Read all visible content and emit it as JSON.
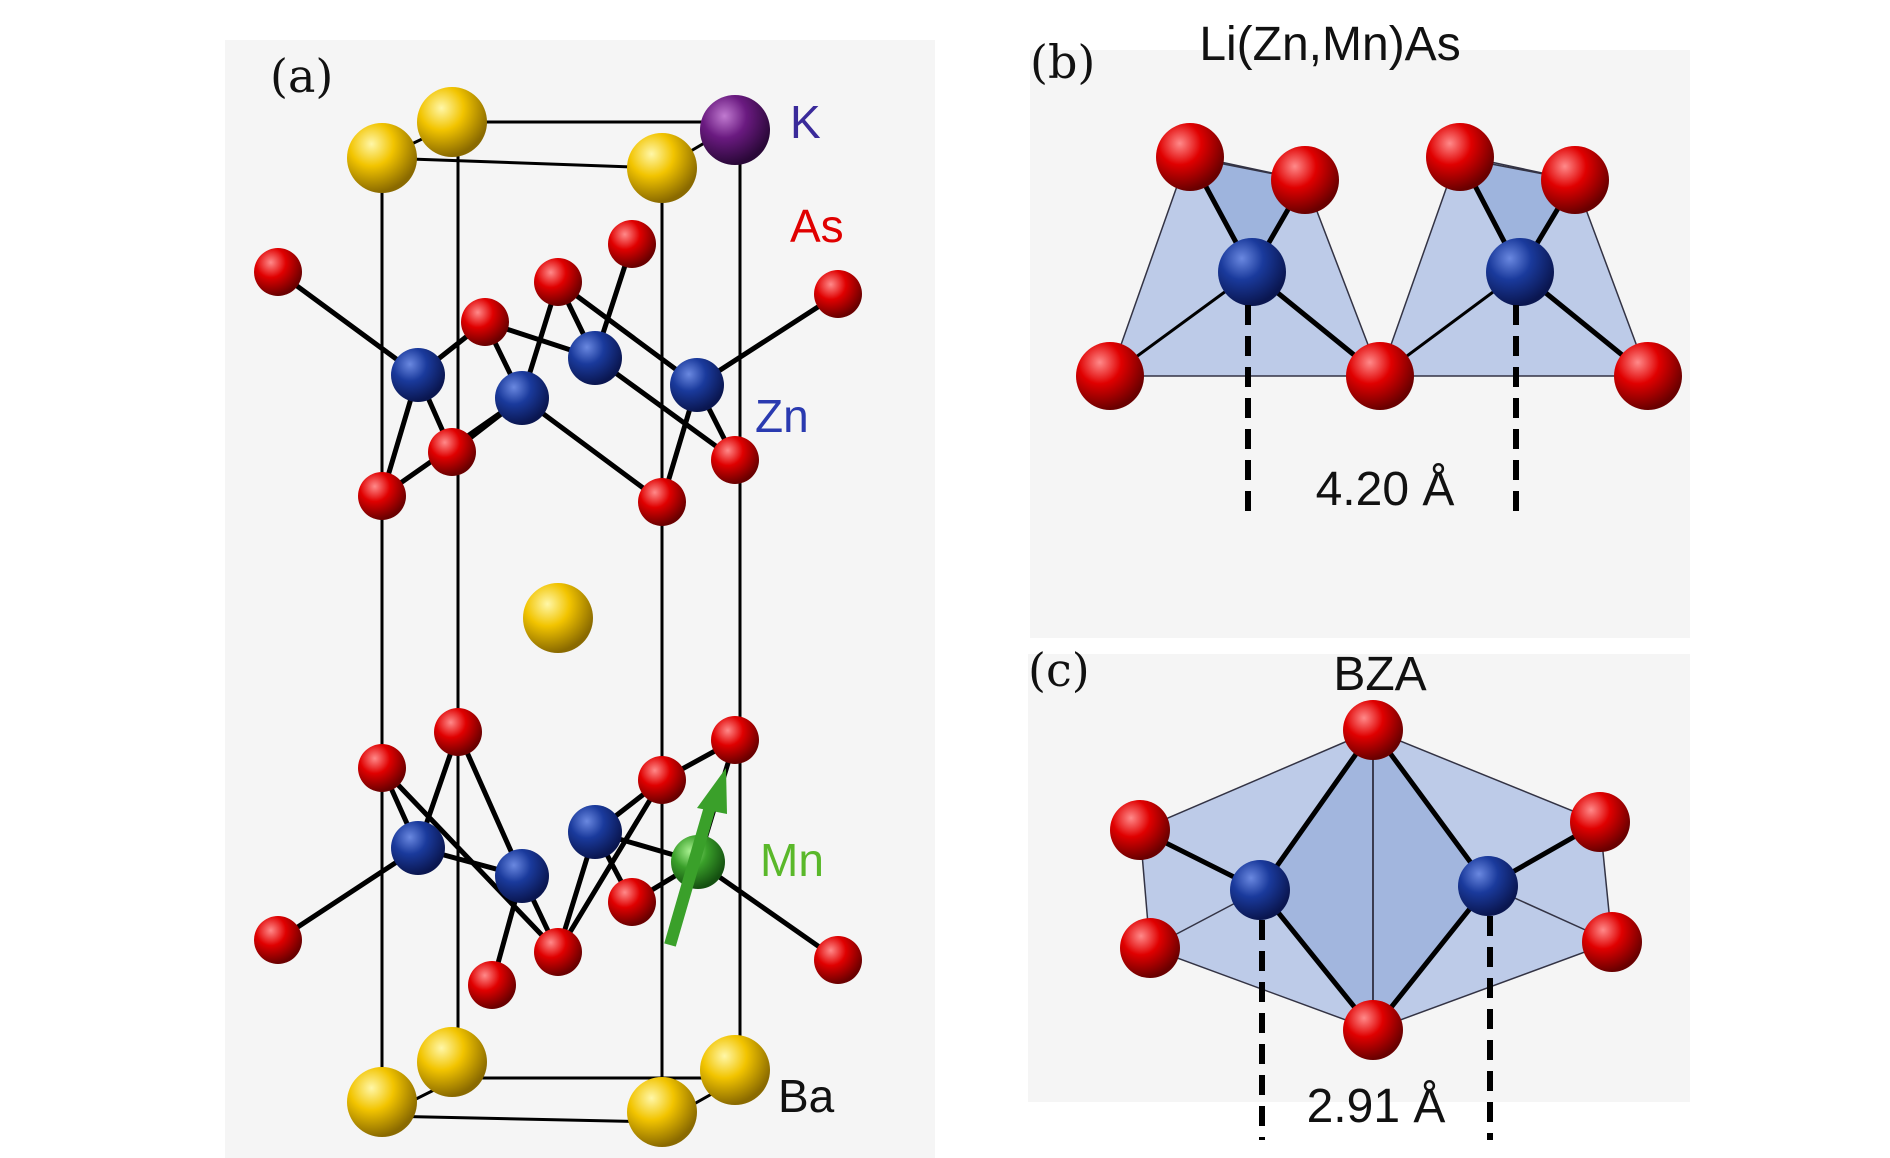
{
  "panel_a": {
    "tag": "(a)",
    "elements": {
      "k": "K",
      "as": "As",
      "zn": "Zn",
      "mn": "Mn",
      "ba": "Ba"
    }
  },
  "panel_b": {
    "tag": "(b)",
    "title": "Li(Zn,Mn)As",
    "distance": "4.20 Å"
  },
  "panel_c": {
    "tag": "(c)",
    "title": "BZA",
    "distance": "2.91 Å"
  },
  "colors": {
    "panel_bg": "#f5f5f5",
    "as": "#e00000",
    "zn": "#1a3a9c",
    "mn": "#3aa02a",
    "k": "#6a1a80",
    "ba": "#f2c400",
    "polyhedron": "#8ea8dc",
    "label_k": "#3a2a9a",
    "label_as": "#e00000",
    "label_zn": "#2a3ab0",
    "label_mn": "#5ab82a",
    "label_ba": "#111111"
  }
}
